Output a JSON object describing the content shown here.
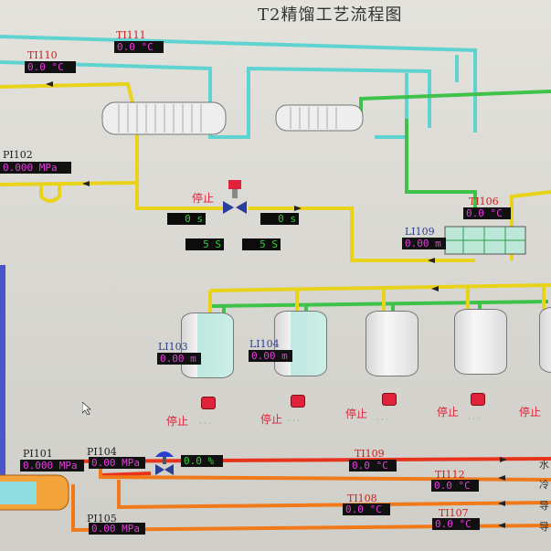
{
  "title": "T2精馏工艺流程图",
  "instruments": {
    "TI111": {
      "tag": "TI111",
      "value": "0.0 °C"
    },
    "TI110": {
      "tag": "TI110",
      "value": "0.0 °C"
    },
    "PI102": {
      "tag": "PI102",
      "value": "0.000 MPa"
    },
    "TI106": {
      "tag": "TI106",
      "value": "0.0 °C"
    },
    "LI109": {
      "tag": "LI109",
      "value": "0.00 m"
    },
    "LI103": {
      "tag": "LI103",
      "value": "0.00 m"
    },
    "LI104": {
      "tag": "LI104",
      "value": "0.00 m"
    },
    "PI101": {
      "tag": "PI101",
      "value": "0.000 MPa"
    },
    "PI104": {
      "tag": "PI104",
      "value": "0.00 MPa"
    },
    "PI105": {
      "tag": "PI105",
      "value": "0.00 MPa"
    },
    "TI109": {
      "tag": "TI109",
      "value": "0.0 °C"
    },
    "TI112": {
      "tag": "TI112",
      "value": "0.0 °C"
    },
    "TI108": {
      "tag": "TI108",
      "value": "0.0 °C"
    },
    "TI107": {
      "tag": "TI107",
      "value": "0.0 °C"
    }
  },
  "reflux_valve": {
    "status": "停止",
    "timer_left": "0 s",
    "timer_right": "0 s",
    "setting_left": "5 S",
    "setting_right": "5 S"
  },
  "bottom_valve": {
    "opening": "0.0 %"
  },
  "pumps": [
    {
      "status": "停止"
    },
    {
      "status": "停止"
    },
    {
      "status": "停止"
    },
    {
      "status": "停止"
    },
    {
      "status": "停止"
    }
  ],
  "edge_labels": [
    "水",
    "冷",
    "导",
    "导"
  ],
  "colors": {
    "cyan_pipe": "#5fd3d0",
    "yellow_pipe": "#e8d21a",
    "green_pipe": "#3ec24a",
    "red_pipe": "#e8331c",
    "orange_pipe": "#f07a1a",
    "display_text": "#e83be0",
    "status_red": "#e0233a"
  }
}
